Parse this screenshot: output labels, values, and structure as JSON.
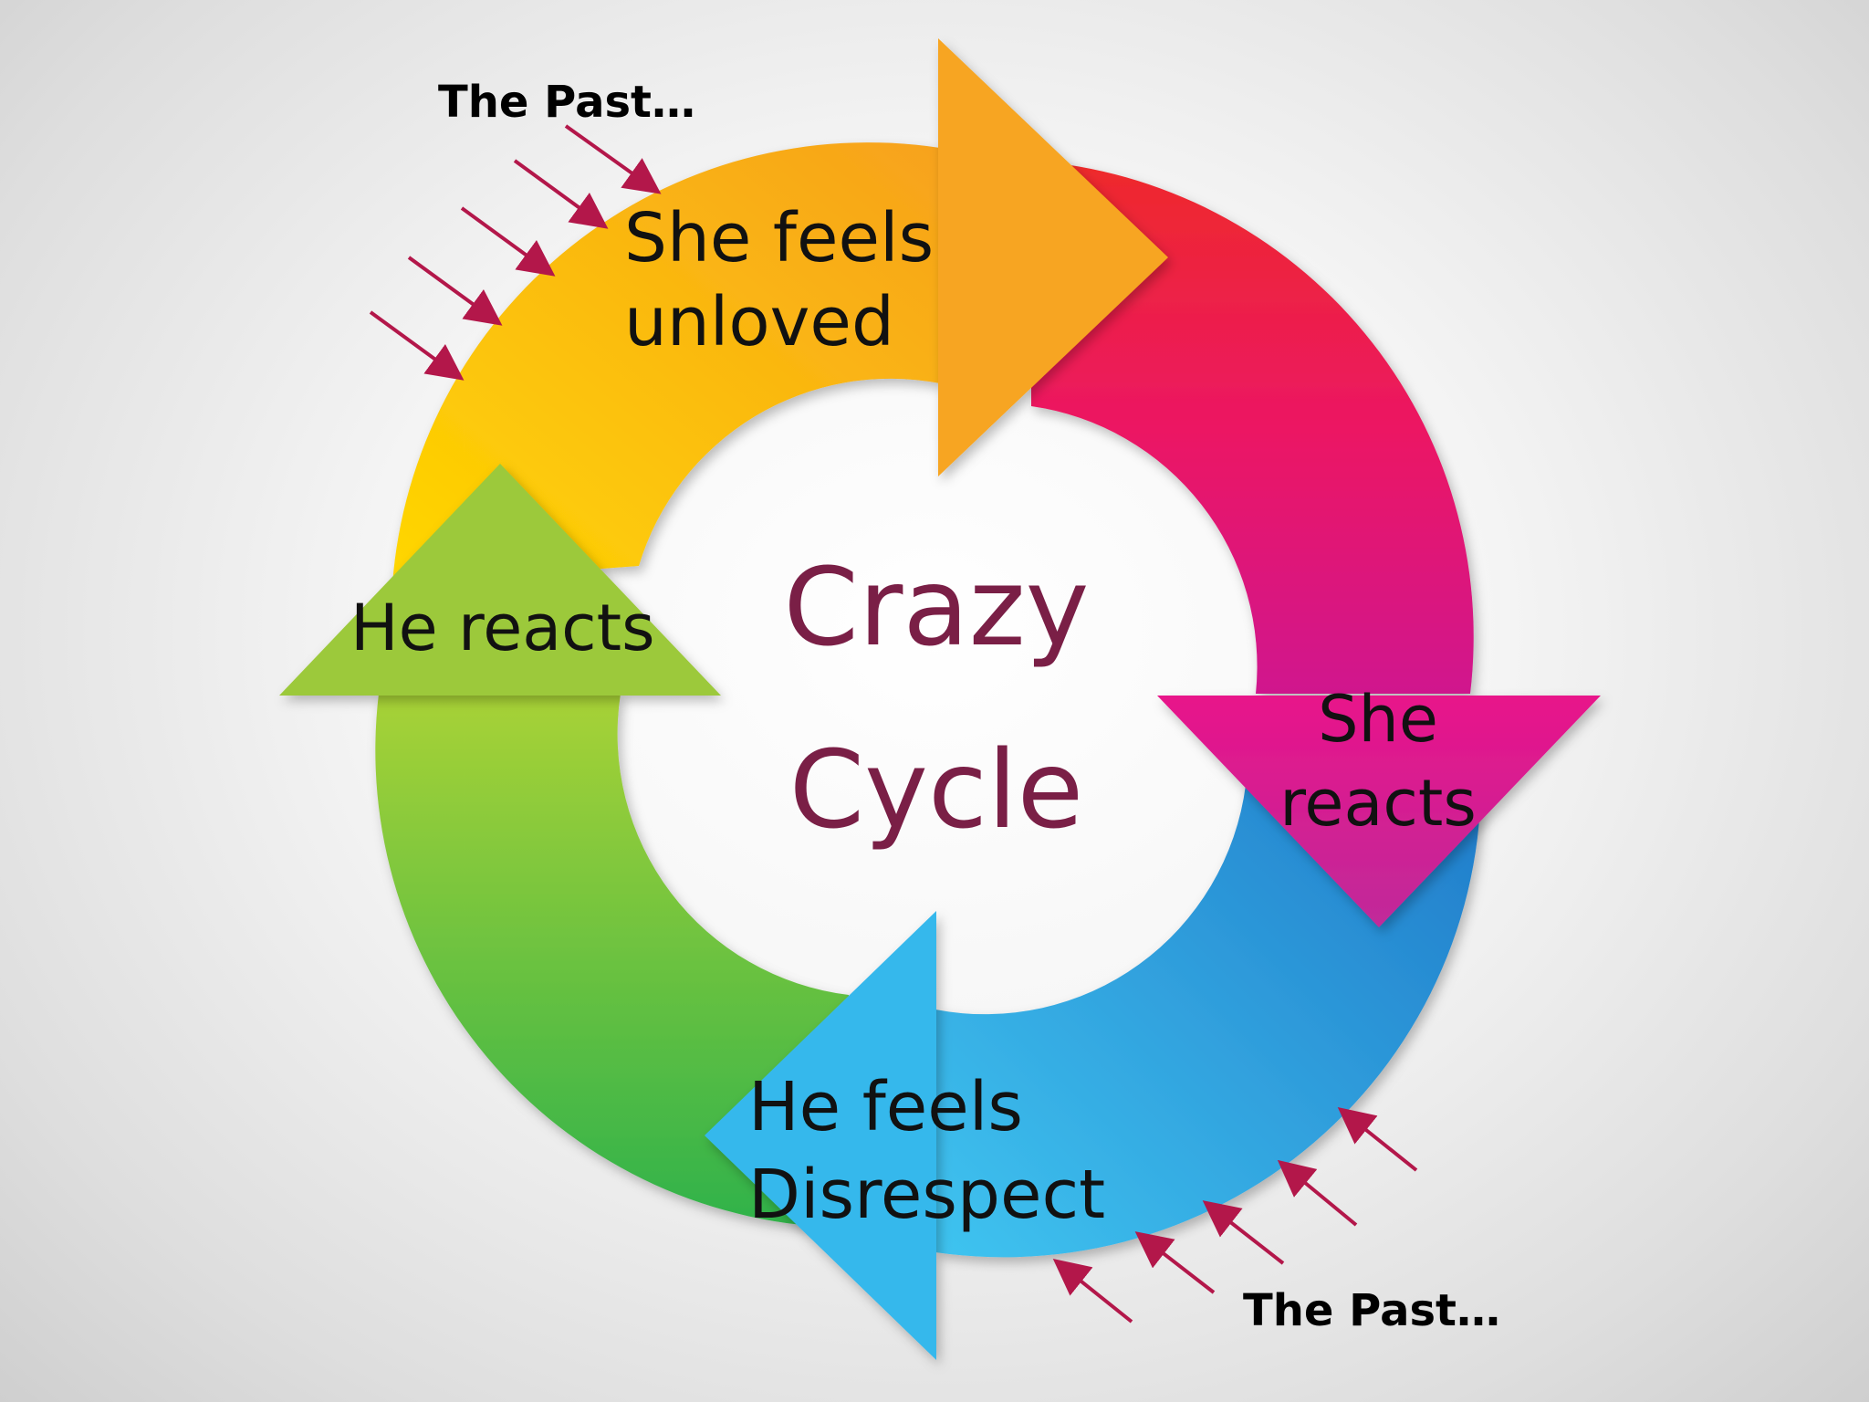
{
  "diagram": {
    "center_title_line1": "Crazy",
    "center_title_line2": "Cycle",
    "steps": [
      {
        "line1": "She feels",
        "line2": "unloved",
        "color": "#f7b718"
      },
      {
        "line1": "She",
        "line2": "reacts",
        "color": "#e0147e"
      },
      {
        "line1": "He feels",
        "line2": "Disrespect",
        "color": "#2aa6e6"
      },
      {
        "line1": "He reacts",
        "line2": "",
        "color": "#8cc63f"
      }
    ],
    "past_label_top": "The Past…",
    "past_label_bottom": "The Past…",
    "influence_arrow_color": "#b3174a",
    "center_text_color": "#7a1f46"
  }
}
